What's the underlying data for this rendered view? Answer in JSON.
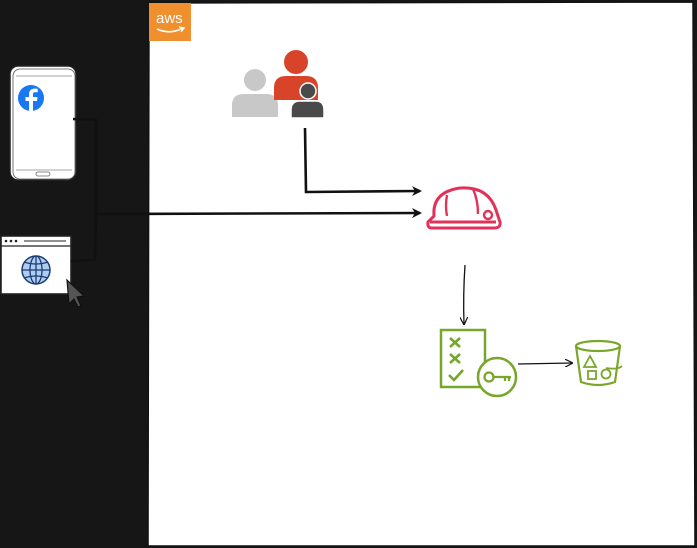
{
  "diagram": {
    "aws_logo_text": "aws",
    "colors": {
      "background": "#161616",
      "canvas": "#ffffff",
      "aws_orange": "#f08f2e",
      "users_red": "#d7442a",
      "users_gray": "#c8c8c8",
      "users_dark": "#4a4a4a",
      "cognito_red": "#e1325a",
      "iam_green": "#76a72a",
      "s3_green": "#7aa62c",
      "facebook_blue": "#1877f2",
      "globe_blue": "#3d8fe8"
    },
    "nodes": [
      {
        "id": "mobile-app",
        "icon": "facebook-icon"
      },
      {
        "id": "web-browser",
        "icon": "globe-icon"
      },
      {
        "id": "users-group",
        "icon": "users-icon"
      },
      {
        "id": "identity-helmet",
        "icon": "helmet-icon"
      },
      {
        "id": "iam-policy",
        "icon": "policy-key-icon"
      },
      {
        "id": "s3-bucket",
        "icon": "bucket-icon"
      }
    ]
  }
}
